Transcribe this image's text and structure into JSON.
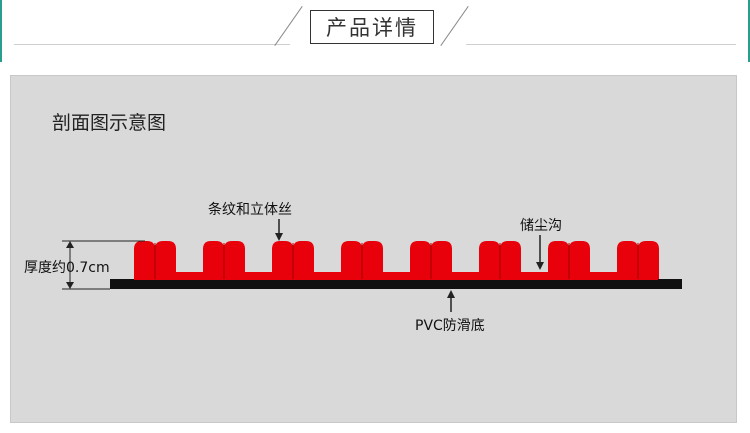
{
  "header": {
    "title": "产品详情"
  },
  "diagram": {
    "title": "剖面图示意图",
    "labels": {
      "stripe": "条纹和立体丝",
      "dust": "储尘沟",
      "thickness": "厚度约0.7cm",
      "base": "PVC防滑底"
    },
    "colors": {
      "base": "#111111",
      "pile": "#e8000b",
      "pile_dark": "#9b0000",
      "panel": "#d9d9d9"
    },
    "pile_count": 8
  }
}
